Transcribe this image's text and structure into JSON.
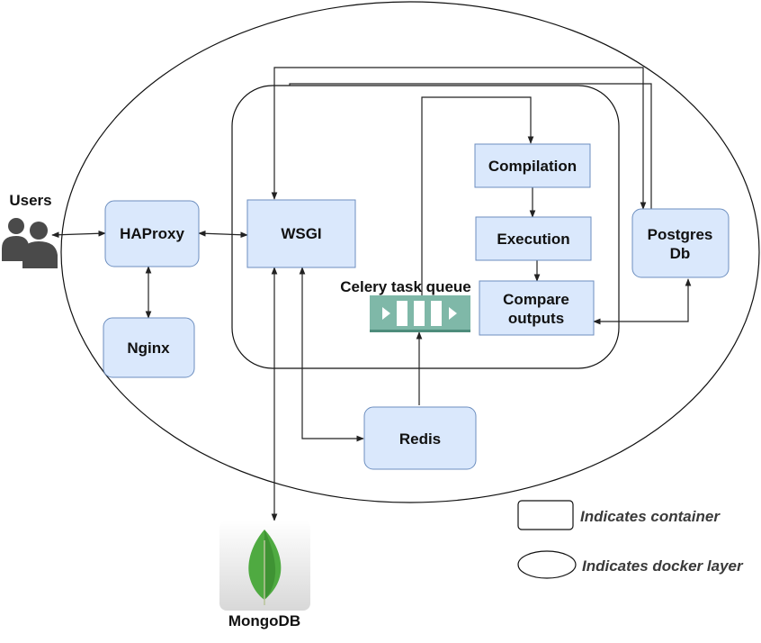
{
  "labels": {
    "users": "Users",
    "haproxy": "HAProxy",
    "nginx": "Nginx",
    "wsgi": "WSGI",
    "celery_queue": "Celery task queue",
    "compilation": "Compilation",
    "execution": "Execution",
    "compare_line1": "Compare",
    "compare_line2": "outputs",
    "postgres_line1": "Postgres",
    "postgres_line2": "Db",
    "redis": "Redis",
    "mongodb": "MongoDB"
  },
  "legend": {
    "container": "Indicates  container",
    "docker_layer": "Indicates  docker layer"
  },
  "colors": {
    "node_fill": "#dae8fc",
    "node_stroke": "#6c8ebf",
    "queue": "#7fb8a8",
    "mongo_leaf": "#4faa41",
    "users_icon": "#4a4a4a"
  },
  "icons": [
    "users-icon",
    "queue-icon",
    "mongodb-leaf-icon"
  ]
}
